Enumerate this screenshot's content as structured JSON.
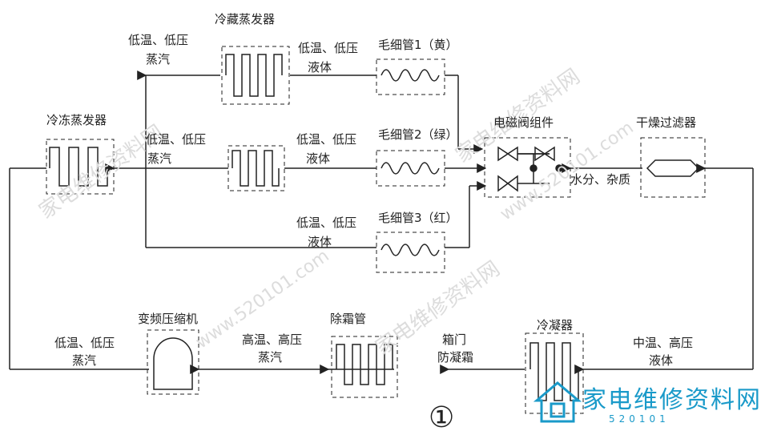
{
  "components": {
    "refrigerator_evaporator": "冷藏蒸发器",
    "freezer_evaporator": "冷冻蒸发器",
    "solenoid_valve": "电磁阀组件",
    "dryer_filter": "干燥过滤器",
    "compressor": "变频压缩机",
    "defrost_tube": "除霜管",
    "condenser": "冷凝器",
    "capillary_1": "毛细管1（黄）",
    "capillary_2": "毛细管2（绿）",
    "capillary_3": "毛细管3（红）"
  },
  "states": {
    "low_vapor_a": "低温、低压",
    "low_vapor_a2": "蒸汽",
    "low_liquid_1": "低温、低压",
    "low_liquid_1b": "液体",
    "low_vapor_b": "低温、低压",
    "low_vapor_b2": "蒸汽",
    "low_liquid_2": "低温、低压",
    "low_liquid_2b": "液体",
    "low_liquid_3": "低温、低压",
    "low_liquid_3b": "液体",
    "moisture": "水分、杂质",
    "comp_in": "低温、低压",
    "comp_in2": "蒸汽",
    "comp_out": "高温、高压",
    "comp_out2": "蒸汽",
    "door_anti_1": "箱门",
    "door_anti_2": "防凝霜",
    "mid_liquid": "中温、高压",
    "mid_liquid2": "液体"
  },
  "figure_number": "①",
  "watermark": {
    "site_cn": "家电维修资料网",
    "site_num": "www.520101.com",
    "logo_sub": "520101"
  },
  "colors": {
    "line": "#222222",
    "watermark": "#dcdcdc",
    "logo": "#1a9ac9"
  }
}
